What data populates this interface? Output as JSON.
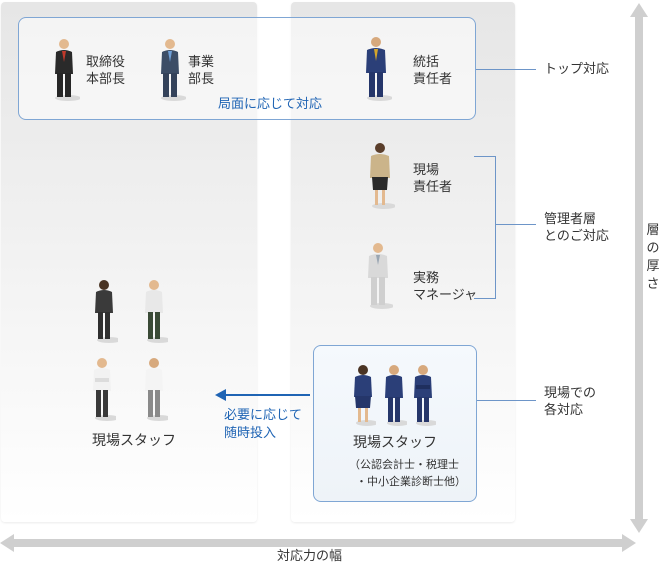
{
  "top_box": {
    "exec_director": "取締役\n本部長",
    "division_head": "事業\n部長",
    "general_manager": "統括\n責任者",
    "note": "局面に応じて対応"
  },
  "managers": {
    "site_manager": "現場\n責任者",
    "practical_manager": "実務\nマネージャ"
  },
  "staff_box": {
    "title": "現場スタッフ",
    "detail_line1": "（公認会計士・税理士",
    "detail_line2": "・中小企業診断士他）"
  },
  "left_staff": {
    "label": "現場スタッフ"
  },
  "arrow_note": {
    "line1": "必要に応じて",
    "line2": "随時投入"
  },
  "right_labels": {
    "top": "トップ対応",
    "manager": "管理者層\nとのご対応",
    "site": "現場での\n各対応"
  },
  "axis": {
    "width_label": "対応力の幅",
    "depth_chars": [
      "層",
      "の",
      "厚",
      "さ"
    ]
  },
  "colors": {
    "accent_blue": "#1f64b4",
    "box_border": "#7fa6d4",
    "arrow_gray": "#cfcfcf"
  }
}
